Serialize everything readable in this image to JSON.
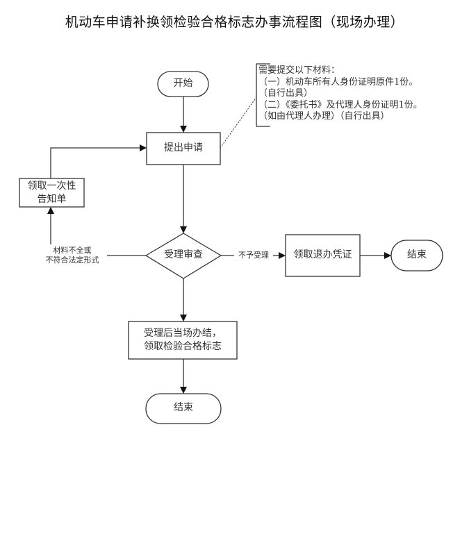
{
  "title": "机动车申请补换领检验合格标志办事流程图（现场办理）",
  "nodes": {
    "start": "开始",
    "apply": "提出申请",
    "notice": [
      "领取一次性",
      "告知单"
    ],
    "review": "受理审查",
    "refund": "领取退办凭证",
    "end_right": "结束",
    "complete": [
      "受理后当场办结，",
      "领取检验合格标志"
    ],
    "end_bottom": "结束"
  },
  "edges": {
    "incomplete": [
      "材料不全或",
      "不符合法定形式"
    ],
    "rejected": "不予受理"
  },
  "note": {
    "lines": [
      "需要提交以下材料：",
      "（一）机动车所有人身份证明原件1份。",
      "（自行出具）",
      "（二）《委托书》及代理人身份证明1份。",
      "（如由代理人办理）（自行出具）"
    ]
  }
}
